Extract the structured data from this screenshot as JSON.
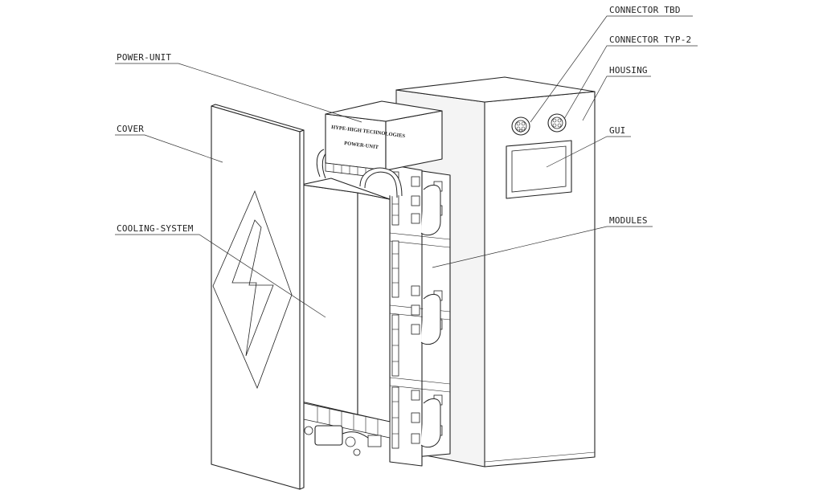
{
  "labels": {
    "connector_tbd": "CONNECTOR TBD",
    "connector_typ2": "CONNECTOR TYP-2",
    "housing": "HOUSING",
    "gui": "GUI",
    "modules": "MODULES",
    "power_unit": "POWER-UNIT",
    "cover": "COVER",
    "cooling_system": "COOLING-SYSTEM"
  },
  "nameplate": {
    "company": "HYPE-HIGH TECHNOLOGIES",
    "name": "POWER-UNIT"
  }
}
